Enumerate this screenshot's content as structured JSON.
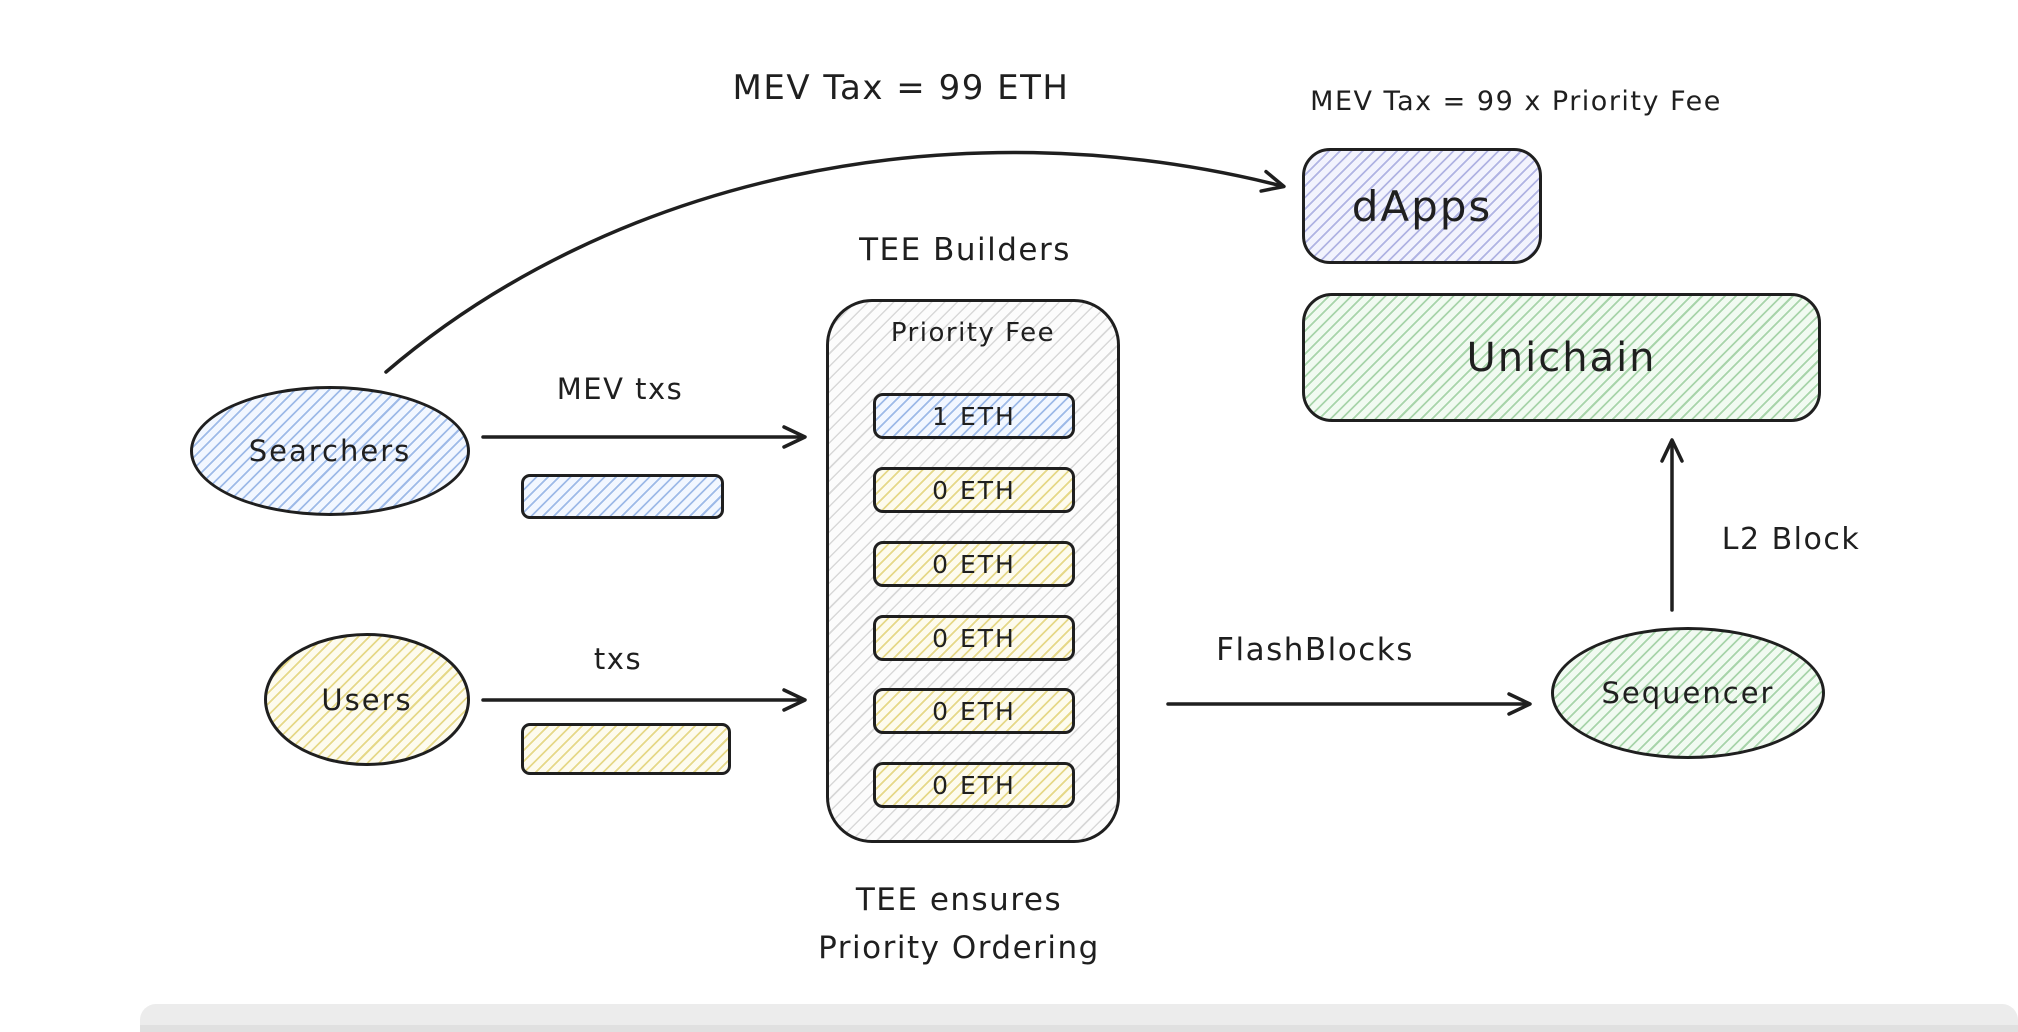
{
  "diagram_title": "MEV Tax / TEE Builders flow diagram",
  "labels": {
    "mev_tax_eth": "MEV Tax = 99 ETH",
    "mev_tax_priority": "MEV Tax = 99 x Priority Fee",
    "tee_builders": "TEE Builders",
    "priority_fee": "Priority Fee",
    "tee_ensures_line1": "TEE ensures",
    "tee_ensures_line2": "Priority Ordering",
    "mev_txs": "MEV txs",
    "txs": "txs",
    "flashblocks": "FlashBlocks",
    "l2_block": "L2 Block"
  },
  "nodes": {
    "searchers": {
      "label": "Searchers",
      "accent": "#4a7ed0"
    },
    "users": {
      "label": "Users",
      "accent": "#d2bc34"
    },
    "sequencer": {
      "label": "Sequencer",
      "accent": "#5fae63"
    },
    "dapps": {
      "label": "dApps",
      "accent": "#686ec6"
    },
    "unichain": {
      "label": "Unichain",
      "accent": "#5fae63"
    }
  },
  "tee": {
    "fees": [
      {
        "label": "1 ETH",
        "color": "#4a7ed0"
      },
      {
        "label": "0 ETH",
        "color": "#d2bc34"
      },
      {
        "label": "0 ETH",
        "color": "#d2bc34"
      },
      {
        "label": "0 ETH",
        "color": "#d2bc34"
      },
      {
        "label": "0 ETH",
        "color": "#d2bc34"
      },
      {
        "label": "0 ETH",
        "color": "#d2bc34"
      }
    ]
  },
  "colors": {
    "stroke": "#1f1f1f",
    "background": "#ffffff",
    "footer": "#ececec"
  }
}
